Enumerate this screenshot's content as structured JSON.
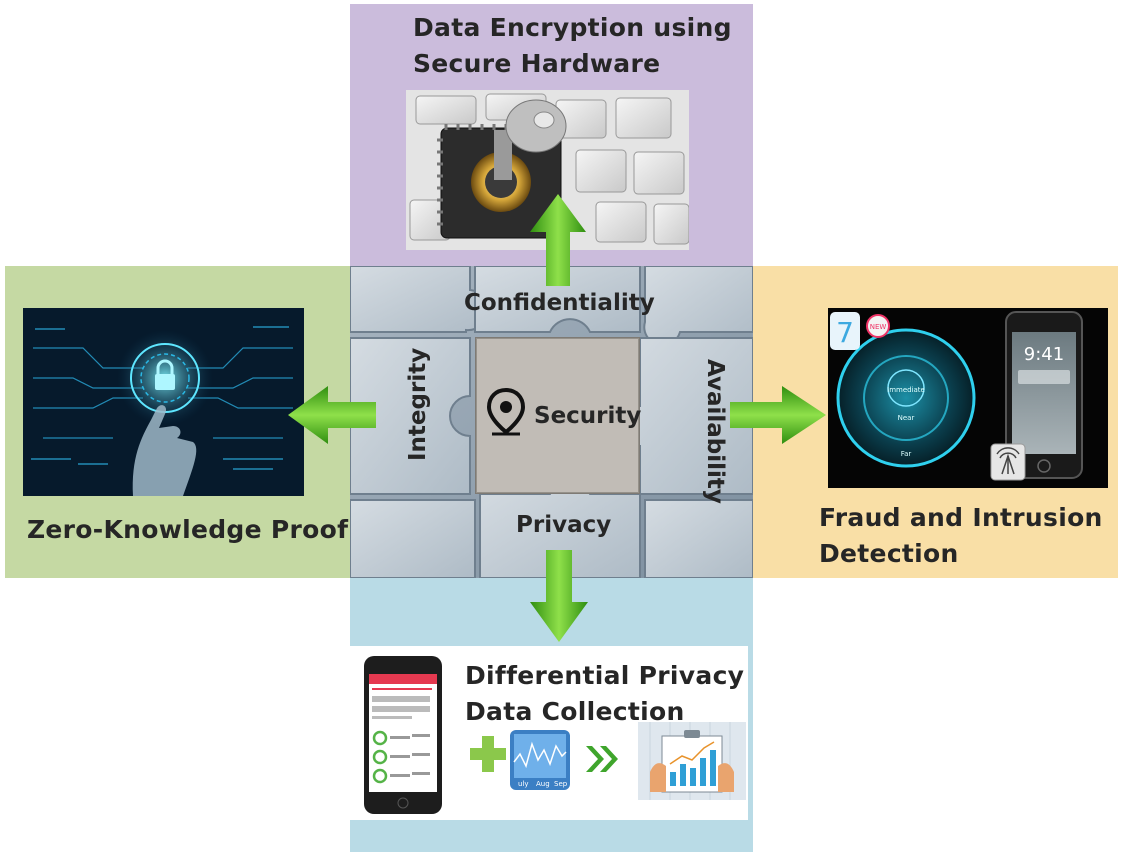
{
  "top_panel": {
    "title_line1": "Data Encryption using",
    "title_line2": "Secure Hardware",
    "image_icon": "chip-with-key-icon"
  },
  "left_panel": {
    "title": "Zero-Knowledge Proof",
    "image_icon": "digital-lock-hand-icon"
  },
  "right_panel": {
    "title_line1": "Fraud and Intrusion",
    "title_line2": "Detection",
    "image_icon": "beacon-proximity-phone-icon",
    "phone_time": "9:41",
    "badge_ios": "7",
    "badge_new": "NEW",
    "rings": {
      "immediate": "Immediate",
      "near": "Near",
      "far": "Far"
    }
  },
  "bottom_panel": {
    "title_line1": "Differential Privacy",
    "title_line2": "Data Collection",
    "chart_months": [
      "uly",
      "Aug",
      "Sep"
    ]
  },
  "center_puzzle": {
    "top": "Confidentiality",
    "left": "Integrity",
    "right": "Availability",
    "bottom": "Privacy",
    "center": "Security",
    "center_icon": "location-pin-icon"
  },
  "colors": {
    "top": "#cbbcdc",
    "left": "#c5d9a3",
    "right": "#f9dfa6",
    "bottom": "#b9dbe6",
    "arrow": "#4fb81e"
  }
}
